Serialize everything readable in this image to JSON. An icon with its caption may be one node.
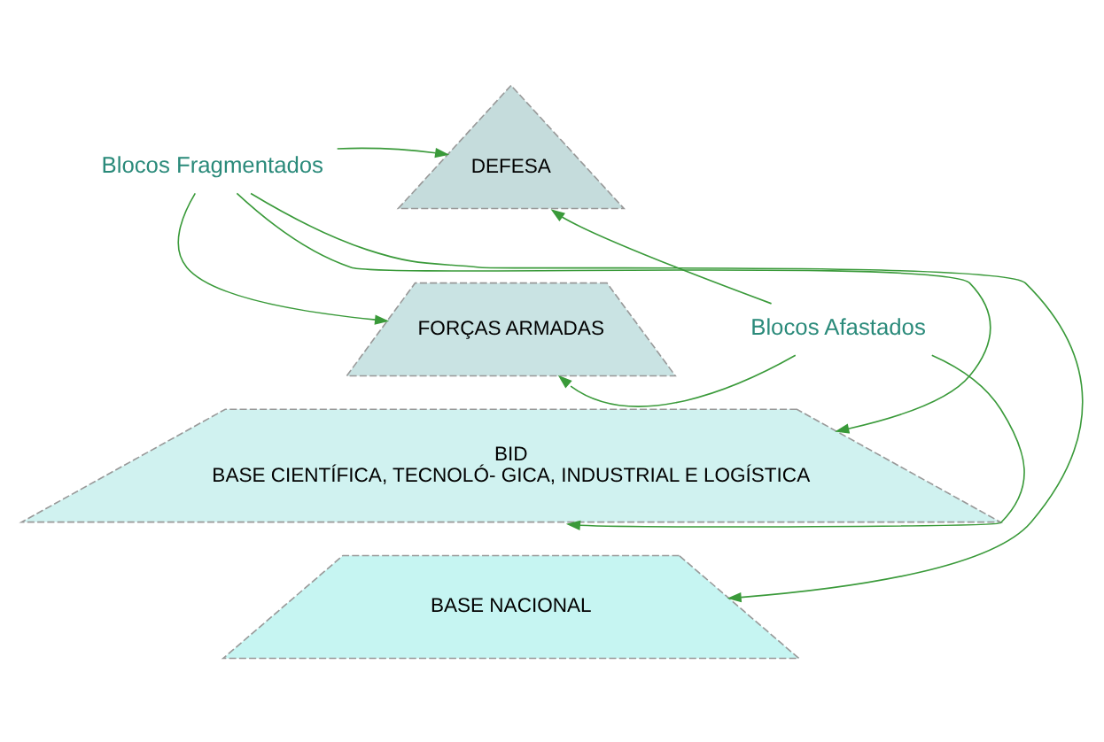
{
  "diagram": {
    "nodes": [
      {
        "text": [
          "Blocos Fragmentados"
        ]
      },
      {
        "text": [
          "DEFESA"
        ]
      },
      {
        "text": [
          "FORÇAS ARMADAS"
        ]
      },
      {
        "text": [
          "BID",
          "BASE CIENTÍFICA, TECNOLÓ- GICA, INDUSTRIAL E LOGÍSTICA"
        ]
      },
      {
        "text": [
          "BASE NACIONAL"
        ]
      },
      {
        "text": [
          "Blocos Afastados"
        ]
      }
    ],
    "edges": [
      {
        "from": 0,
        "to": 1,
        "arrow": "to"
      },
      {
        "from": 0,
        "to": 2,
        "arrow": "to"
      },
      {
        "from": 0,
        "to": 3,
        "arrow": "to"
      },
      {
        "from": 0,
        "to": 4,
        "arrow": "to"
      },
      {
        "from": 5,
        "to": 1,
        "arrow": "to"
      },
      {
        "from": 5,
        "to": 2,
        "arrow": "to"
      },
      {
        "from": 5,
        "to": 3,
        "arrow": "to"
      }
    ]
  }
}
